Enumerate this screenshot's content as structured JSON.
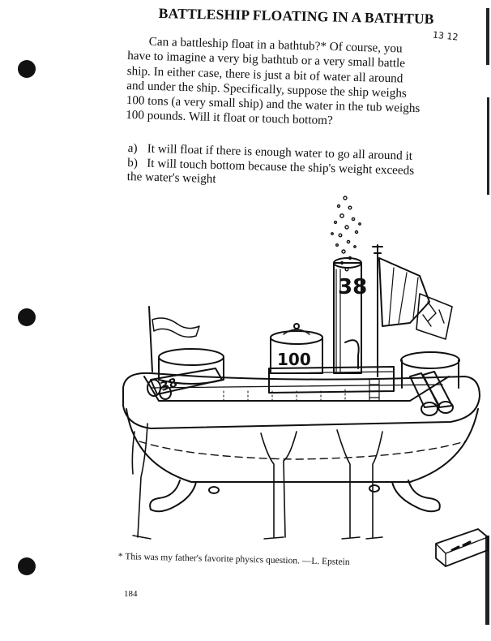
{
  "title": "BATTLESHIP FLOATING IN A BATHTUB",
  "handnote": "13 12",
  "paragraph_lines": [
    "Can a battleship float in a bathtub?* Of course, you",
    "have to imagine a very big bathtub or a very small battle",
    "ship. In either case, there is just a bit of water all around",
    "and under the ship. Specifically, suppose the ship weighs",
    "100 tons (a very small ship) and the water in the tub weighs",
    "100 pounds. Will it float or touch bottom?"
  ],
  "options": [
    {
      "key": "a)",
      "text": "It will float if there is enough water to go all around it",
      "cont": ""
    },
    {
      "key": "b)",
      "text": "It will touch bottom because the ship's weight exceeds",
      "cont": "the water's weight"
    }
  ],
  "illustration": {
    "funnel_number": "38",
    "turret_number": "100",
    "hull_number": "38"
  },
  "footnote": "* This was my father's favorite physics question.  —L. Epstein",
  "page_number": "184"
}
